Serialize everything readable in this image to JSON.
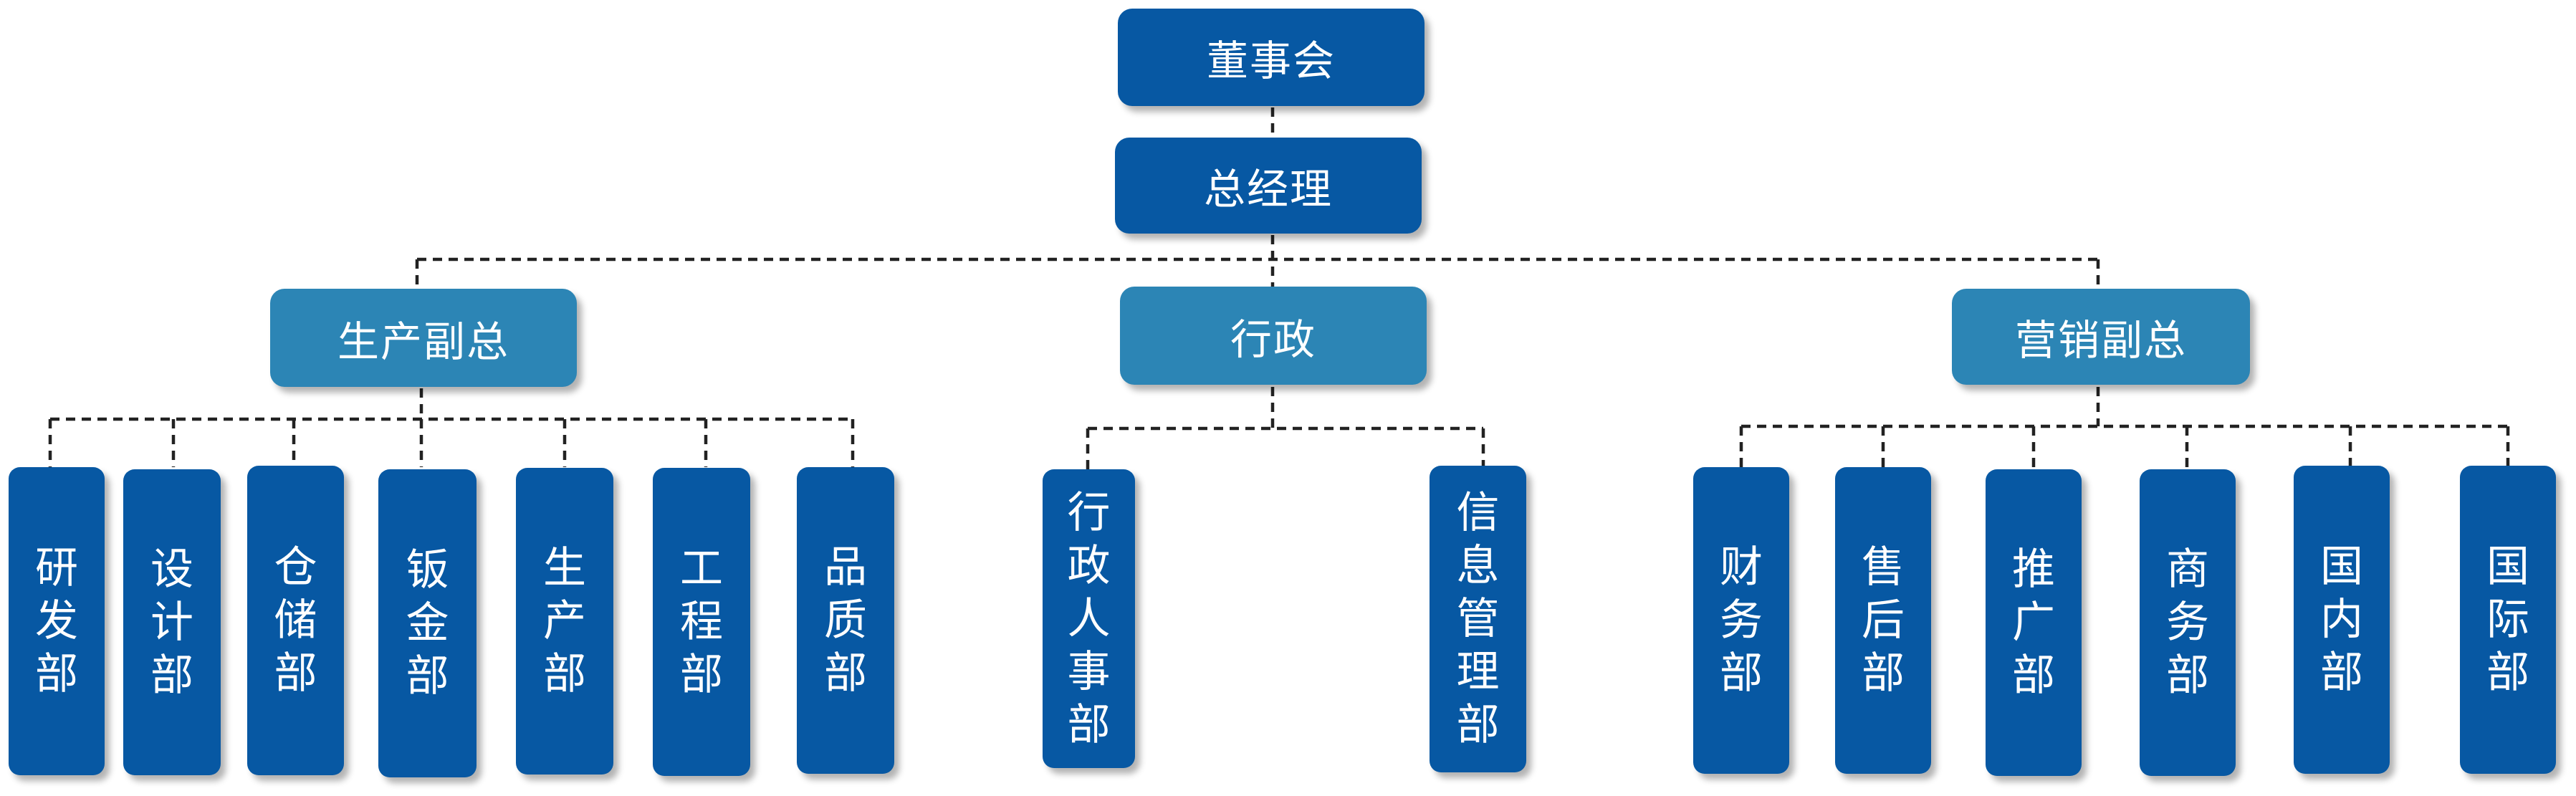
{
  "nodes": {
    "board": "董事会",
    "gm": "总经理",
    "prod_vp": "生产副总",
    "admin": "行政",
    "sales_vp": "营销副总",
    "prod_depts": [
      "研发部",
      "设计部",
      "仓储部",
      "钣金部",
      "生产部",
      "工程部",
      "品质部"
    ],
    "admin_depts": [
      "行政人事部",
      "信息管理部"
    ],
    "sales_depts": [
      "财务部",
      "售后部",
      "推广部",
      "商务部",
      "国内部",
      "国际部"
    ]
  },
  "colors": {
    "dark_box": "#0758a3",
    "light_box": "#2c85b5",
    "connector": "#222222"
  }
}
